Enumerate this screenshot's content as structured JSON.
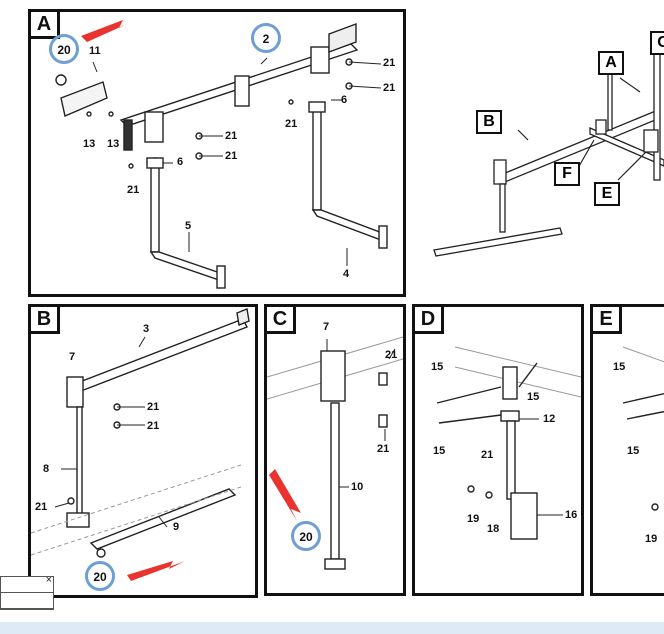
{
  "panels": {
    "A": {
      "tag": "A",
      "labels": {
        "l20": "20",
        "l11": "11",
        "l2": "2",
        "l21a": "21",
        "l21b": "21",
        "l6a": "6",
        "l21c": "21",
        "l13a": "13",
        "l13b": "13",
        "l21d": "21",
        "l21e": "21",
        "l6b": "6",
        "l21f": "21",
        "l5": "5",
        "l4": "4"
      }
    },
    "B": {
      "tag": "B",
      "labels": {
        "l3": "3",
        "l7": "7",
        "l21a": "21",
        "l21b": "21",
        "l8": "8",
        "l21c": "21",
        "l9": "9",
        "l20": "20"
      }
    },
    "C": {
      "tag": "C",
      "labels": {
        "l7": "7",
        "l21a": "21",
        "l21b": "21",
        "l10": "10",
        "l20": "20"
      }
    },
    "D": {
      "tag": "D",
      "labels": {
        "l15a": "15",
        "l15b": "15",
        "l15c": "15",
        "l12": "12",
        "l21": "21",
        "l19": "19",
        "l18": "18",
        "l16": "16"
      }
    },
    "E": {
      "tag": "E",
      "labels": {
        "l15a": "15",
        "l15b": "15",
        "l19": "19"
      }
    }
  },
  "overview": {
    "A": "A",
    "B": "B",
    "C": "C",
    "E": "E",
    "F": "F"
  },
  "colors": {
    "highlight": "#6d9fd6",
    "arrow": "#e8332f"
  },
  "mini_window": {
    "close_icon": "×"
  }
}
